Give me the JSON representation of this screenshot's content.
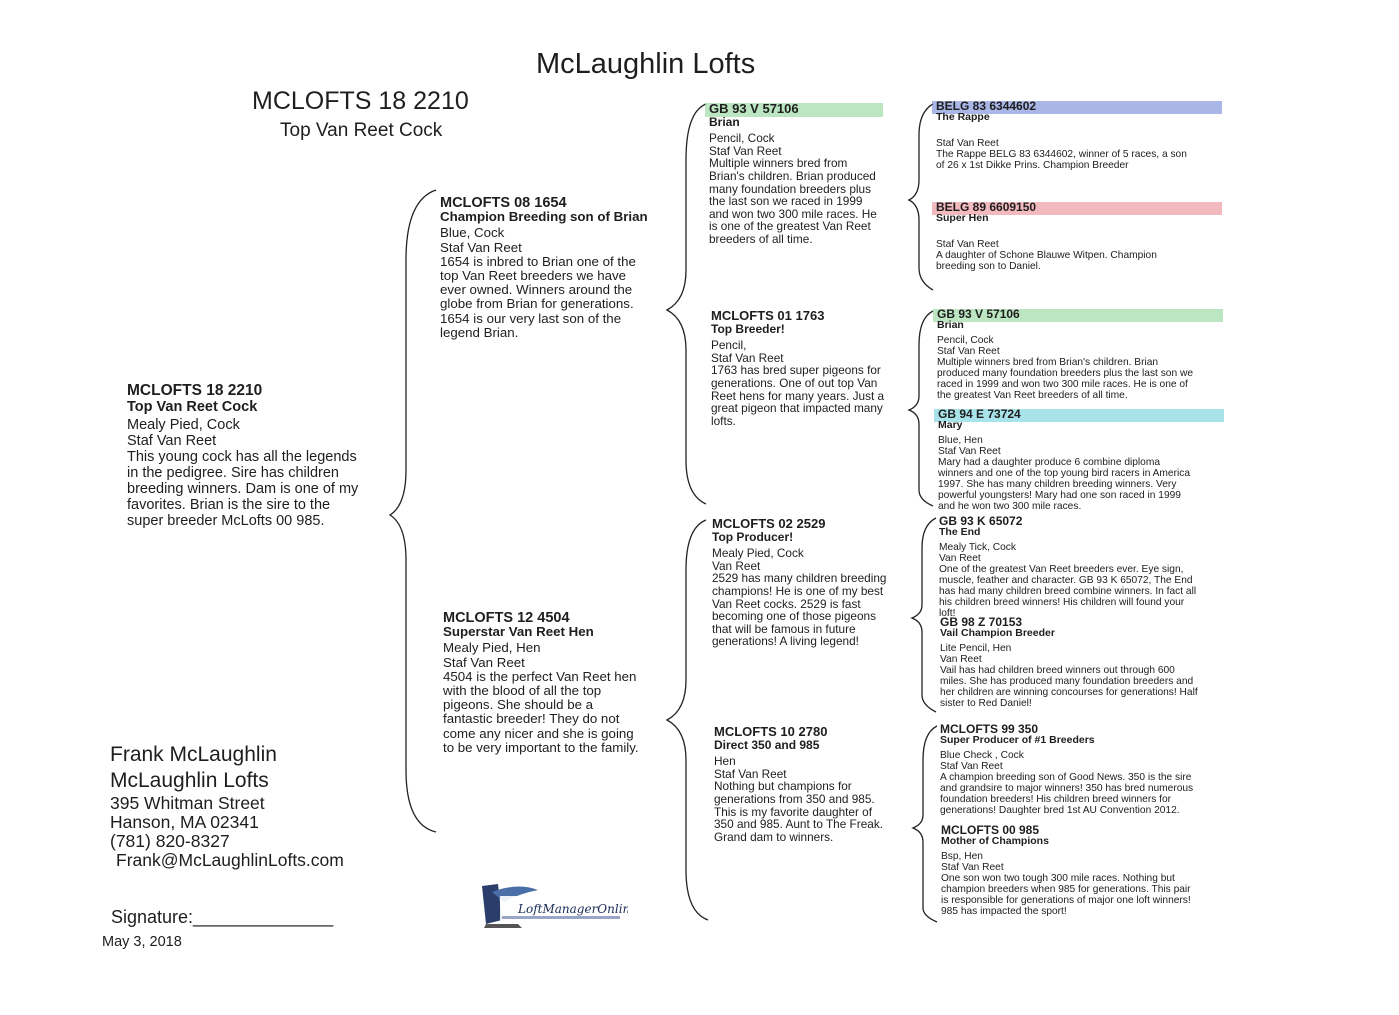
{
  "title": "McLaughlin Lofts",
  "header": {
    "band": "MCLOFTS 18 2210",
    "name": "Top Van Reet Cock"
  },
  "subject": {
    "id": "MCLOFTS 18 2210",
    "name": "Top Van Reet Cock",
    "color": "Mealy Pied, Cock",
    "strain": "Staf Van Reet",
    "notes": [
      "This young cock has all the legends",
      "in the pedigree.  Sire has children",
      "breeding winners.  Dam is one of my",
      "favorites.  Brian is the sire to the",
      "super breeder McLofts 00 985."
    ]
  },
  "sire": {
    "id": "MCLOFTS 08 1654",
    "name": "Champion Breeding son of Brian",
    "color": "Blue, Cock",
    "strain": "Staf Van Reet",
    "notes": [
      "1654 is inbred to Brian one of the",
      "top Van Reet breeders we have",
      "ever owned. Winners around the",
      "globe from Brian for generations.",
      "1654 is our very last son of the",
      "legend Brian."
    ]
  },
  "dam": {
    "id": "MCLOFTS 12 4504",
    "name": "Superstar Van Reet Hen",
    "color": "Mealy Pied, Hen",
    "strain": "Staf Van Reet",
    "notes": [
      "4504 is the perfect Van Reet hen",
      "with the blood of all the top",
      "pigeons.  She should be a",
      "fantastic breeder!  They do not",
      "come any nicer and she is going",
      "to be very important to the family."
    ]
  },
  "sire_sire": {
    "id": "GB 93 V 57106",
    "name": "Brian",
    "color": "Pencil, Cock",
    "strain": "Staf Van Reet",
    "notes": [
      "Multiple winners bred from",
      "Brian's children. Brian produced",
      "many foundation breeders plus",
      "the last son we raced in 1999",
      "and won two 300 mile races. He",
      "is one of the greatest Van Reet",
      "breeders of all time."
    ]
  },
  "sire_dam": {
    "id": "MCLOFTS 01 1763",
    "name": "Top Breeder!",
    "color": "Pencil,",
    "strain": "Staf Van Reet",
    "notes": [
      "1763 has bred super pigeons for",
      "generations.  One of out top Van",
      "Reet hens for many years.  Just a",
      "great pigeon that impacted many",
      "lofts."
    ]
  },
  "dam_sire": {
    "id": "MCLOFTS 02 2529",
    "name": "Top Producer!",
    "color": "Mealy Pied, Cock",
    "strain": "Van Reet",
    "notes": [
      "2529 has many children breeding",
      "champions!  He is one of my best",
      "Van Reet cocks.  2529 is fast",
      "becoming one of those pigeons",
      "that will be famous in future",
      "generations!  A living legend!"
    ]
  },
  "dam_dam": {
    "id": "MCLOFTS 10 2780",
    "name": "Direct 350 and 985",
    "color": "Hen",
    "strain": "Staf Van Reet",
    "notes": [
      "Nothing but champions for",
      "generations from 350 and 985.",
      "This is my favorite daughter of",
      "350 and 985.  Aunt to The Freak.",
      "Grand dam to winners."
    ]
  },
  "gen4": [
    {
      "id": "BELG 83 6344602",
      "name": "The Rappe",
      "color": "",
      "strain": "Staf Van Reet",
      "highlight": "#6f86d6",
      "notes": [
        "The Rappe BELG 83 6344602, winner of 5 races, a son",
        "of 26 x 1st Dikke Prins. Champion Breeder"
      ]
    },
    {
      "id": "BELG 89 6609150",
      "name": "Super Hen",
      "color": "",
      "strain": "Staf Van Reet",
      "highlight": "#e98a94",
      "notes": [
        "A daughter of Schone Blauwe Witpen. Champion",
        "breeding son to Daniel."
      ]
    },
    {
      "id": "GB 93 V 57106",
      "name": "Brian",
      "color": "Pencil, Cock",
      "strain": "Staf Van Reet",
      "highlight": "#8fd39a",
      "notes": [
        "Multiple winners bred from Brian's children. Brian",
        "produced many foundation breeders plus the last son we",
        "raced in 1999 and won two 300 mile races. He is one of",
        "the greatest Van Reet breeders of all time."
      ]
    },
    {
      "id": "GB 94 E 73724",
      "name": "Mary",
      "color": "Blue, Hen",
      "strain": "Staf Van Reet",
      "highlight": "#6fd0dc",
      "notes": [
        "Mary had a daughter produce 6 combine diploma",
        "winners and one of the top young bird racers in America",
        "1997.  She has many children breeding winners.  Very",
        "powerful youngsters!  Mary had one son raced in 1999",
        "and he won two 300 mile races."
      ]
    },
    {
      "id": "GB 93 K 65072",
      "name": "The End",
      "color": "Mealy Tick, Cock",
      "strain": "Van Reet",
      "highlight": "",
      "notes": [
        "One of the greatest Van Reet breeders ever. Eye sign,",
        "muscle, feather and character. GB 93 K 65072, The End",
        "has had many children breed combine winners. In fact all",
        "his children breed winners!  His children will found your",
        "loft!"
      ]
    },
    {
      "id": "GB 98 Z 70153",
      "name": "Vail Champion Breeder",
      "color": "Lite Pencil, Hen",
      "strain": "Van Reet",
      "highlight": "",
      "notes": [
        "Vail has had children breed winners out through 600",
        "miles. She has produced many foundation breeders and",
        "her children are winning concourses for generations! Half",
        "sister to Red Daniel!"
      ]
    },
    {
      "id": "MCLOFTS 99 350",
      "name": "Super Producer of #1 Breeders",
      "color": "Blue Check , Cock",
      "strain": "Staf Van Reet",
      "highlight": "",
      "notes": [
        "A champion breeding son of Good News.  350 is the sire",
        "and grandsire to major winners! 350 has bred numerous",
        "foundation breeders!  His children breed winners for",
        "generations! Daughter bred 1st AU Convention 2012."
      ]
    },
    {
      "id": "MCLOFTS 00 985",
      "name": "Mother of Champions",
      "color": "Bsp, Hen",
      "strain": "Staf Van Reet",
      "highlight": "",
      "notes": [
        "One son won two tough 300 mile races.  Nothing but",
        "champion breeders when 985 for generations.  This pair",
        "is responsible for generations of major one loft winners!",
        "985 has impacted the sport!"
      ]
    }
  ],
  "highlights": {
    "sire_sire": "#8fd39a"
  },
  "contact": {
    "name": "Frank McLaughlin",
    "loft": "McLaughlin Lofts",
    "street": "395 Whitman Street",
    "city": "Hanson, MA 02341",
    "phone": "(781) 820-8327",
    "email": "Frank@McLaughlinLofts.com"
  },
  "signature_label": "Signature:______________",
  "date": "May  3, 2018",
  "logo_text": "LoftManagerOnline.com"
}
